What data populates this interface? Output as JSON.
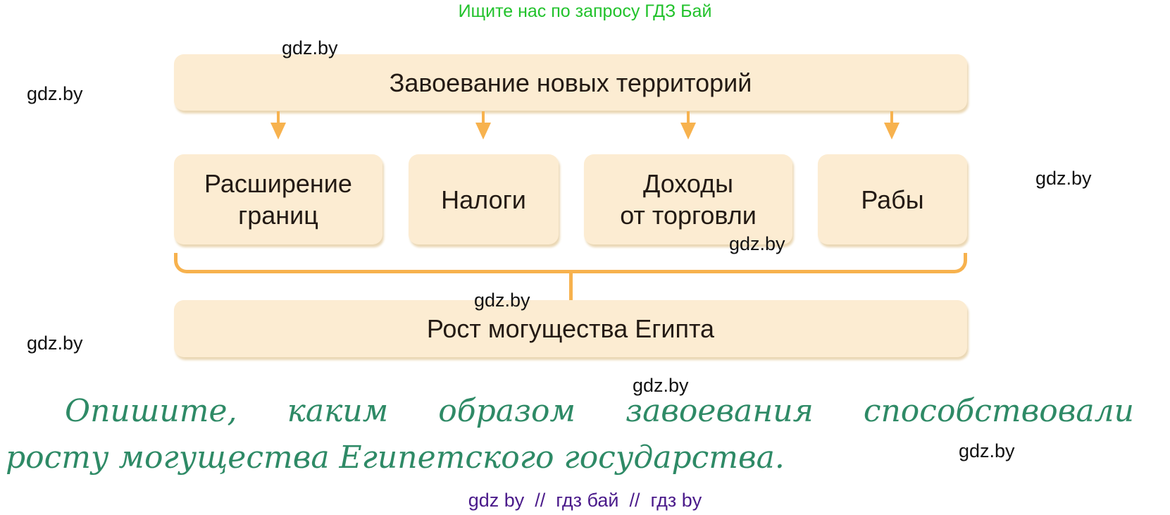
{
  "promo_text": "Ищите нас по запросу ГДЗ Бай",
  "watermarks": [
    "gdz.by",
    "gdz.by",
    "gdz.by",
    "gdz.by",
    "gdz.by",
    "gdz.by",
    "gdz.by",
    "gdz.by"
  ],
  "diagram": {
    "top": "Завоевание новых территорий",
    "middle": [
      {
        "line1": "Расширение",
        "line2": "границ"
      },
      {
        "line1": "Налоги",
        "line2": ""
      },
      {
        "line1": "Доходы",
        "line2": "от торговли"
      },
      {
        "line1": "Рабы",
        "line2": ""
      }
    ],
    "bottom": "Рост могущества Египта",
    "colors": {
      "box": "#fcecd2",
      "arrow": "#f7b24e",
      "text": "#231a14"
    }
  },
  "question": {
    "line1_words": [
      "Опишите,",
      "каким",
      "образом",
      "завоевания",
      "способствовали"
    ],
    "line2": "росту могущества Египетского государства.",
    "color": "#2e8a66"
  },
  "footer": "gdz by  //  гдз бай  //  гдз by"
}
